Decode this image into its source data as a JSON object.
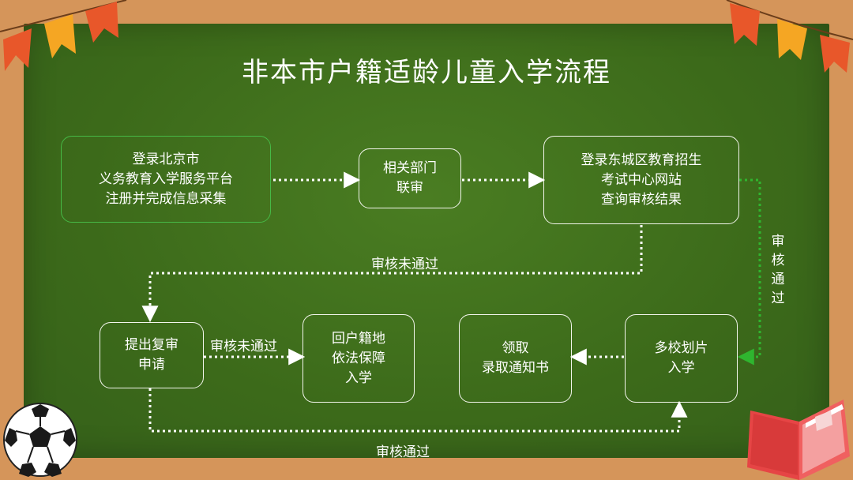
{
  "title": "非本市户籍适龄儿童入学流程",
  "nodes": {
    "register": [
      "登录北京市",
      "义务教育入学服务平台",
      "注册并完成信息采集"
    ],
    "review": [
      "相关部门",
      "联审"
    ],
    "check_result": [
      "登录东城区教育招生",
      "考试中心网站",
      "查询审核结果"
    ],
    "appeal": [
      "提出复审",
      "申请"
    ],
    "return_home": [
      "回户籍地",
      "依法保障",
      "入学"
    ],
    "notice": [
      "领取",
      "录取通知书"
    ],
    "assign": [
      "多校划片",
      "入学"
    ]
  },
  "edge_labels": {
    "fail_top": "审核未通过",
    "fail_mid": "审核未通过",
    "pass_bottom": "审核通过",
    "pass_right": [
      "审",
      "核",
      "通",
      "过"
    ]
  },
  "colors": {
    "board": "#3d6b1a",
    "frame": "#d5955a",
    "line": "#ffffff",
    "pass_line": "#2fb52f"
  }
}
